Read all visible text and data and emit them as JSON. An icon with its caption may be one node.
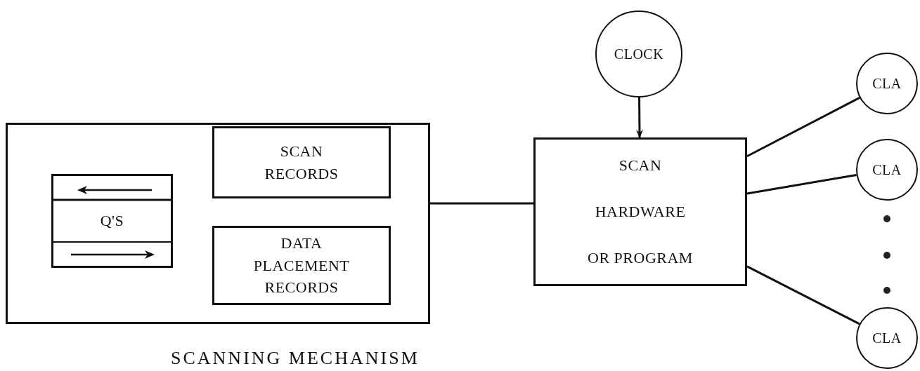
{
  "diagram": {
    "caption": "SCANNING MECHANISM",
    "nodes": [
      {
        "text": [],
        "shape": "box"
      },
      {
        "text": [
          "Q'S"
        ],
        "in": 0
      },
      {
        "text": [
          "SCAN RECORDS"
        ],
        "in": 0
      },
      {
        "text": [
          "DATA PLACEMENT RECORDS"
        ],
        "in": 0
      },
      {
        "text": [
          "CLOCK"
        ]
      },
      {
        "text": [
          "SCAN",
          "HARDWARE",
          "OR PROGRAM"
        ]
      },
      {
        "text": [
          "CLA"
        ]
      },
      {
        "text": [
          "CLA"
        ]
      },
      {
        "text": [
          "CLA"
        ]
      }
    ],
    "edges": [
      {
        "from": 0,
        "to": 5,
        "arrow": "none"
      },
      {
        "from": 4,
        "to": 5,
        "arrow": "to"
      },
      {
        "from": 5,
        "to": 6,
        "arrow": "none"
      },
      {
        "from": 5,
        "to": 7,
        "arrow": "none"
      },
      {
        "from": 5,
        "to": 8,
        "arrow": "none"
      }
    ]
  }
}
